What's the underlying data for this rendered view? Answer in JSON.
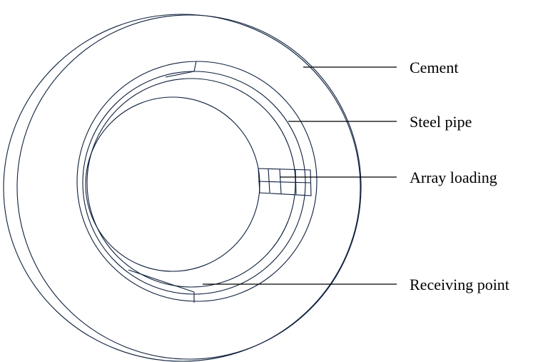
{
  "labels": {
    "cement": "Cement",
    "steel_pipe": "Steel pipe",
    "array_loading": "Array loading",
    "receiving_point": "Receiving point"
  },
  "colors": {
    "cement_face": "#1f6fd0",
    "cement_side": "#1a8cf5",
    "steel_face": "#1d6ccc",
    "pipe_inner_light": "#1e90ff",
    "pipe_inner_dark": "#1766c4",
    "edge": "#0d1f3c"
  }
}
